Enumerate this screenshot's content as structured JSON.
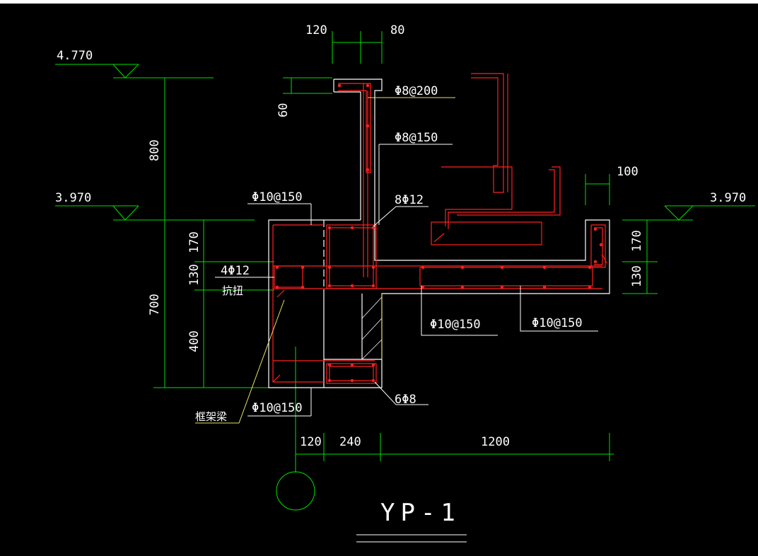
{
  "drawing": {
    "title": "YP-1",
    "colors": {
      "background": "#000000",
      "frame": "#ffffff",
      "dimension": "#00e000",
      "concrete": "#ffffff",
      "rebar": "#ff2020",
      "leader": "#e8e060",
      "text": "#ffffff"
    },
    "elevations": {
      "top": "4.770",
      "left": "3.970",
      "right": "3.970"
    },
    "dimensions": {
      "parapet_width_a": "120",
      "parapet_width_b": "80",
      "lip_height": "60",
      "parapet_height": "800",
      "beam_depth": "700",
      "slab_upper": "170",
      "slab_mid": "130",
      "beam_lower": "400",
      "edge_width": "100",
      "right_upper": "170",
      "right_lower": "130",
      "bottom_a": "120",
      "bottom_b": "240",
      "bottom_c": "1200"
    },
    "labels": {
      "rebar_parapet_top": "Φ8@200",
      "rebar_parapet_vertical": "Φ8@150",
      "rebar_beam_stirrup_top": "Φ10@150",
      "rebar_corner_bars": "8Φ12",
      "rebar_torsion_count": "4Φ12",
      "rebar_torsion_name": "抗扭",
      "rebar_slab_bottom": "Φ10@150",
      "rebar_slab_right": "Φ10@150",
      "rebar_bottom_bars": "6Φ8",
      "rebar_beam_stirrup_bottom": "Φ10@150",
      "frame_beam": "框架梁"
    }
  }
}
